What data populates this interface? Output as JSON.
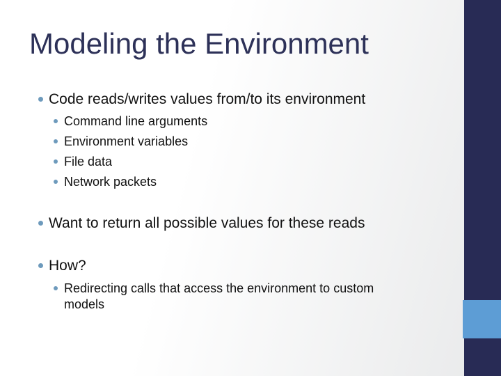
{
  "slide": {
    "title": "Modeling the Environment",
    "bullets": [
      {
        "text": "Code reads/writes values from/to its environment",
        "children": [
          "Command line arguments",
          "Environment variables",
          "File data",
          "Network packets"
        ]
      },
      {
        "text": "Want to return all possible values for these reads",
        "children": []
      },
      {
        "text": "How?",
        "children": [
          "Redirecting calls that access the environment to custom models"
        ]
      }
    ],
    "colors": {
      "side_bar": "#282b55",
      "accent_square": "#5d9dd5",
      "title_text": "#2d3158",
      "body_text": "#111111",
      "bullet_dot": "#6d9abc",
      "background_gradient_end": "#e8e9ea"
    }
  }
}
